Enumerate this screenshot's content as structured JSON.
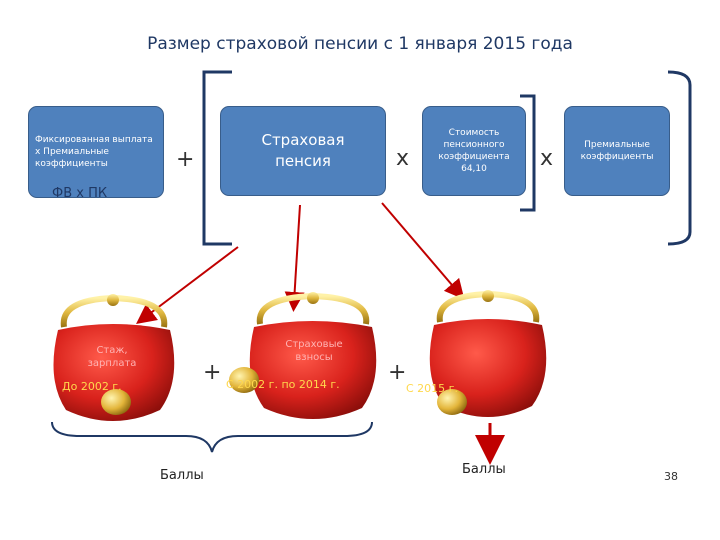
{
  "title": "Размер страховой пенсии с 1 января 2015 года",
  "boxes": {
    "fixed": "Фиксированная выплата х Премиальные коэффициенты",
    "insurance": "Страховая пенсия",
    "cost": "Стоимость пенсионного коэффициента 64,10",
    "premium": "Премиальные коэффициенты"
  },
  "operators": {
    "plus": "+",
    "times": "х"
  },
  "fv_label": "ФВ х ПК",
  "purses": [
    {
      "text": "Стаж, зарплата",
      "period": "До 2002 г."
    },
    {
      "text": "Страховые взносы",
      "period": "С 2002 г. по 2014 г."
    },
    {
      "text": "",
      "period": "С 2015 г."
    }
  ],
  "points_label_left": "Баллы",
  "points_label_right": "Баллы",
  "page_number": "38",
  "colors": {
    "box": "#4f81bd",
    "bracket": "#1f3864",
    "arrow": "#c00000",
    "purse": "#d9221c"
  }
}
